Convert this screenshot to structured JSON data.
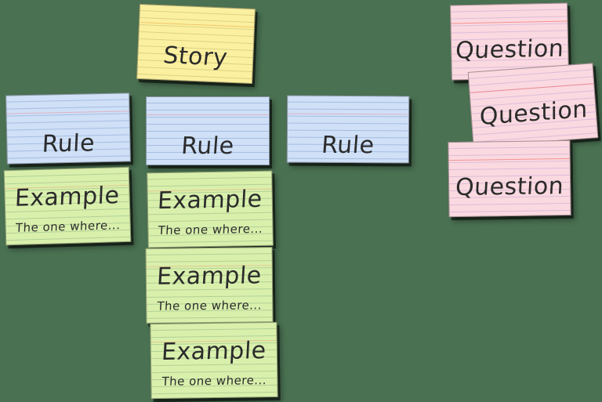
{
  "board": {
    "background_color": "#4a7152",
    "description": "Example mapping board of index cards"
  },
  "card_colors": {
    "story": "#fbf0a0",
    "rule": "#cfe0f7",
    "example": "#d9f0ad",
    "question": "#fbd9e0"
  },
  "cards": {
    "story": {
      "title": "Story"
    },
    "rule_1": {
      "title": "Rule"
    },
    "rule_2": {
      "title": "Rule"
    },
    "rule_3": {
      "title": "Rule"
    },
    "example_1": {
      "title": "Example",
      "subtitle": "The one where..."
    },
    "example_2": {
      "title": "Example",
      "subtitle": "The one where..."
    },
    "example_3": {
      "title": "Example",
      "subtitle": "The one where..."
    },
    "example_4": {
      "title": "Example",
      "subtitle": "The one where..."
    },
    "question_1": {
      "title": "Question"
    },
    "question_2": {
      "title": "Question"
    },
    "question_3": {
      "title": "Question"
    }
  }
}
